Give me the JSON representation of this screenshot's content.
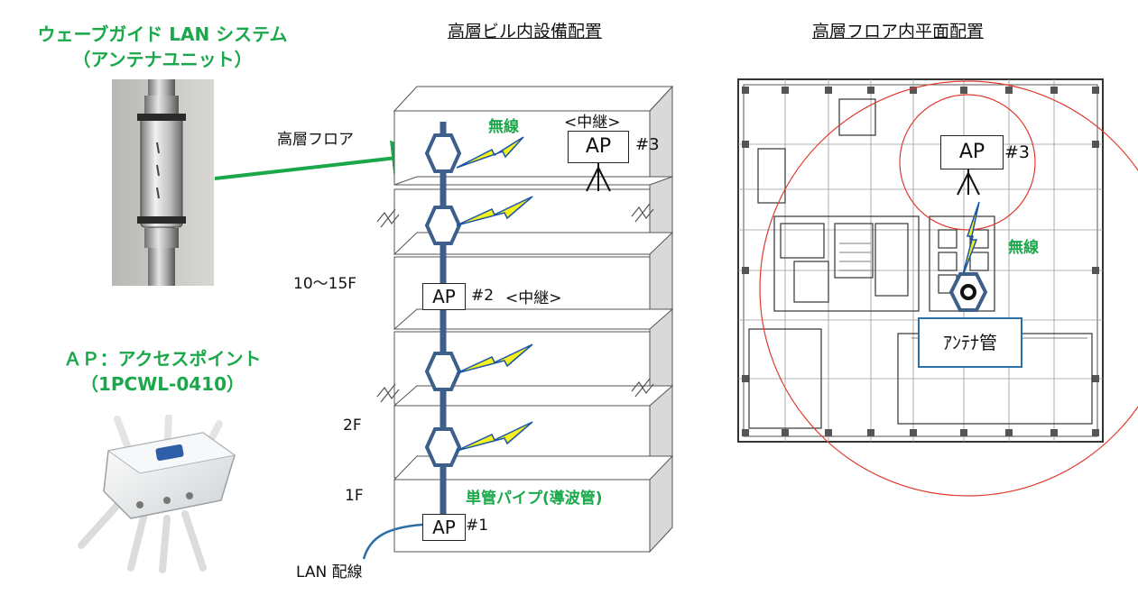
{
  "left_panel": {
    "waveguide_title_line1": "ウェーブガイド LAN システム",
    "waveguide_title_line2": "（アンテナユニット）",
    "ap_title_line1": "ＡＰ：アクセスポイント",
    "ap_title_line2": "（1PCWL-0410）"
  },
  "center_panel": {
    "title": "高層ビル内設備配置",
    "label_high_floor": "高層フロア",
    "label_10_15f": "10～15F",
    "label_2f": "2F",
    "label_1f": "1F",
    "label_lan": "LAN 配線",
    "label_wireless": "無線",
    "label_relay_top": "<中継>",
    "label_ap3": "AP",
    "label_ap3_num": "#3",
    "label_ap2": "AP",
    "label_ap2_num": "#2",
    "label_ap2_relay": "<中継>",
    "label_ap1": "AP",
    "label_ap1_num": "#1",
    "label_pipe": "単管パイプ(導波管)"
  },
  "right_panel": {
    "title": "高層フロア内平面配置",
    "label_ap": "AP",
    "label_ap_num": "#3",
    "label_wireless": "無線",
    "label_antenna_pipe": "ｱﾝﾃﾅ管"
  },
  "colors": {
    "green": "#1aa84b",
    "pipe_blue": "#3d5f8a",
    "lightning_yellow": "#f5f01e",
    "lightning_blue": "#1a56a8",
    "red_circle": "#e03a2e",
    "box_border": "#2c6ea6"
  }
}
